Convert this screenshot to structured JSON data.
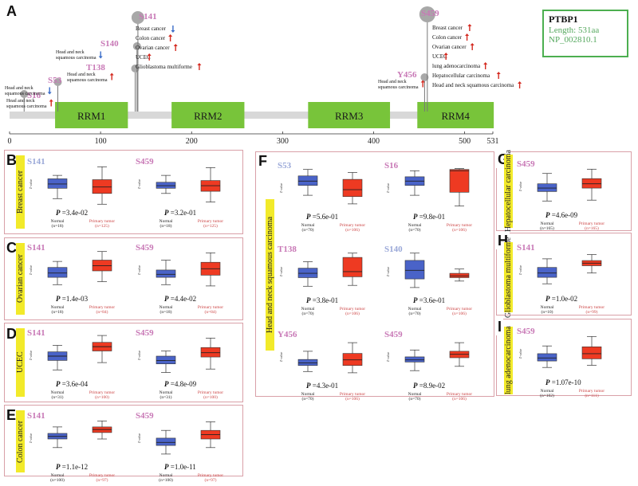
{
  "panelA": {
    "letter": "A",
    "protein": {
      "name": "PTBP1",
      "length": "Length: 531aa",
      "accession": "NP_002810.1"
    },
    "domains": [
      {
        "label": "RRM1",
        "start": 50,
        "end": 130
      },
      {
        "label": "RRM2",
        "start": 178,
        "end": 258
      },
      {
        "label": "RRM3",
        "start": 328,
        "end": 418
      },
      {
        "label": "RRM4",
        "start": 448,
        "end": 532
      }
    ],
    "axis": {
      "min": 0,
      "max": 531,
      "ticks": [
        "0",
        "100",
        "200",
        "300",
        "400",
        "500",
        "531"
      ]
    },
    "sites": [
      {
        "site": "S16",
        "pos": 16,
        "labels": [
          {
            "text": "Head and neck\nsquamous carcinoma",
            "dir": "up"
          }
        ]
      },
      {
        "site": "S53",
        "pos": 53,
        "labels": [
          {
            "text": "Head and neck\nsquamous carcinoma",
            "dir": "down"
          }
        ]
      },
      {
        "site": "T138",
        "pos": 138,
        "labels": [
          {
            "text": "Head and neck\nsquamous carcinoma",
            "dir": "up"
          }
        ]
      },
      {
        "site": "S140",
        "pos": 140,
        "labels": [
          {
            "text": "Head and neck\nsquamous carcinoma",
            "dir": "down"
          }
        ]
      },
      {
        "site": "S141",
        "pos": 141,
        "labels": [
          {
            "text": "Breast cancer",
            "dir": "down"
          },
          {
            "text": "Colon cancer",
            "dir": "up"
          },
          {
            "text": "Ovarian cancer",
            "dir": "up"
          },
          {
            "text": "UCEC",
            "dir": "up"
          },
          {
            "text": "Glioblastoma multiforme",
            "dir": "up"
          }
        ]
      },
      {
        "site": "Y456",
        "pos": 456,
        "labels": [
          {
            "text": "Head and neck\nsquamous carcinoma",
            "dir": "up"
          }
        ]
      },
      {
        "site": "S459",
        "pos": 459,
        "labels": [
          {
            "text": "Breast cancer",
            "dir": "up"
          },
          {
            "text": "Colon cancer",
            "dir": "up"
          },
          {
            "text": "Ovarian cancer",
            "dir": "up"
          },
          {
            "text": "UCEC",
            "dir": "up"
          },
          {
            "text": "lung adenocarcinoma",
            "dir": "up"
          },
          {
            "text": "Hepatocellular carcinoma",
            "dir": "up"
          },
          {
            "text": "Head and neck squamous carcinoma",
            "dir": "up"
          }
        ]
      }
    ]
  },
  "panels": [
    {
      "letter": "B",
      "cancer": "Breast cancer",
      "plots": [
        {
          "site": "S141",
          "site_color": "blue",
          "p": "=3.4e-02",
          "normal_label": "Normal\n(n=18)",
          "tumor_label": "Primary tumor\n(n=125)",
          "normal": {
            "wl": 0.18,
            "q1": 0.42,
            "med": 0.52,
            "q3": 0.64,
            "wh": 0.72
          },
          "tumor": {
            "wl": 0.05,
            "q1": 0.3,
            "med": 0.45,
            "q3": 0.62,
            "wh": 0.92
          }
        },
        {
          "site": "S459",
          "site_color": "pink",
          "p": "=3.2e-01",
          "normal_label": "Normal\n(n=18)",
          "tumor_label": "Primary tumor\n(n=125)",
          "normal": {
            "wl": 0.3,
            "q1": 0.42,
            "med": 0.48,
            "q3": 0.56,
            "wh": 0.72
          },
          "tumor": {
            "wl": 0.1,
            "q1": 0.35,
            "med": 0.48,
            "q3": 0.6,
            "wh": 0.9
          }
        }
      ]
    },
    {
      "letter": "C",
      "cancer": "Ovarian cancer",
      "plots": [
        {
          "site": "S141",
          "site_color": "pink",
          "p": "=1.4e-03",
          "normal_label": "Normal\n(n=18)",
          "tumor_label": "Primary tumor\n(n=84)",
          "normal": {
            "wl": 0.18,
            "q1": 0.35,
            "med": 0.45,
            "q3": 0.58,
            "wh": 0.72
          },
          "tumor": {
            "wl": 0.25,
            "q1": 0.5,
            "med": 0.62,
            "q3": 0.75,
            "wh": 0.95
          }
        },
        {
          "site": "S459",
          "site_color": "pink",
          "p": "=4.4e-02",
          "normal_label": "Normal\n(n=18)",
          "tumor_label": "Primary tumor\n(n=84)",
          "normal": {
            "wl": 0.18,
            "q1": 0.35,
            "med": 0.42,
            "q3": 0.52,
            "wh": 0.75
          },
          "tumor": {
            "wl": 0.15,
            "q1": 0.4,
            "med": 0.55,
            "q3": 0.7,
            "wh": 0.92
          }
        }
      ]
    },
    {
      "letter": "D",
      "cancer": "UCEC",
      "plots": [
        {
          "site": "S141",
          "site_color": "pink",
          "p": "=3.6e-04",
          "normal_label": "Normal\n(n=31)",
          "tumor_label": "Primary tumor\n(n=100)",
          "normal": {
            "wl": 0.18,
            "q1": 0.4,
            "med": 0.5,
            "q3": 0.6,
            "wh": 0.75
          },
          "tumor": {
            "wl": 0.35,
            "q1": 0.62,
            "med": 0.72,
            "q3": 0.82,
            "wh": 0.98
          }
        },
        {
          "site": "S459",
          "site_color": "pink",
          "p": "=4.8e-09",
          "normal_label": "Normal\n(n=31)",
          "tumor_label": "Primary tumor\n(n=100)",
          "normal": {
            "wl": 0.12,
            "q1": 0.32,
            "med": 0.4,
            "q3": 0.5,
            "wh": 0.62
          },
          "tumor": {
            "wl": 0.2,
            "q1": 0.48,
            "med": 0.58,
            "q3": 0.7,
            "wh": 0.92
          }
        }
      ]
    },
    {
      "letter": "E",
      "cancer": "Colon cancer",
      "plots": [
        {
          "site": "S141",
          "site_color": "pink",
          "p": "=1.1e-12",
          "normal_label": "Normal\n(n=100)",
          "tumor_label": "Primary tumor\n(n=97)",
          "normal": {
            "wl": 0.3,
            "q1": 0.5,
            "med": 0.56,
            "q3": 0.63,
            "wh": 0.78
          },
          "tumor": {
            "wl": 0.5,
            "q1": 0.65,
            "med": 0.72,
            "q3": 0.78,
            "wh": 0.92
          }
        },
        {
          "site": "S459",
          "site_color": "pink",
          "p": "=1.0e-11",
          "normal_label": "Normal\n(n=100)",
          "tumor_label": "Primary tumor\n(n=97)",
          "normal": {
            "wl": 0.15,
            "q1": 0.35,
            "med": 0.42,
            "q3": 0.52,
            "wh": 0.7
          },
          "tumor": {
            "wl": 0.3,
            "q1": 0.5,
            "med": 0.6,
            "q3": 0.7,
            "wh": 0.9
          }
        }
      ]
    },
    {
      "letter": "F",
      "cancer": "Head and neck squamous carcinoma",
      "plots": [
        {
          "site": "S53",
          "site_color": "blue",
          "p": "=5.6e-01",
          "normal_label": "Normal\n(n=70)",
          "tumor_label": "Primary tumor\n(n=106)",
          "normal": {
            "wl": 0.35,
            "q1": 0.58,
            "med": 0.68,
            "q3": 0.8,
            "wh": 0.95
          },
          "tumor": {
            "wl": 0.15,
            "q1": 0.32,
            "med": 0.48,
            "q3": 0.72,
            "wh": 0.88
          }
        },
        {
          "site": "S16",
          "site_color": "pink",
          "p": "=9.8e-01",
          "normal_label": "Normal\n(n=70)",
          "tumor_label": "Primary tumor\n(n=106)",
          "normal": {
            "wl": 0.35,
            "q1": 0.58,
            "med": 0.68,
            "q3": 0.78,
            "wh": 0.92
          },
          "tumor": {
            "wl": 0.1,
            "q1": 0.42,
            "med": 0.92,
            "q3": 0.95,
            "wh": 0.97
          }
        },
        {
          "site": "T138",
          "site_color": "pink",
          "p": "=3.8e-01",
          "normal_label": "Normal\n(n=70)",
          "tumor_label": "Primary tumor\n(n=106)",
          "normal": {
            "wl": 0.18,
            "q1": 0.38,
            "med": 0.48,
            "q3": 0.6,
            "wh": 0.75
          },
          "tumor": {
            "wl": 0.2,
            "q1": 0.4,
            "med": 0.52,
            "q3": 0.85,
            "wh": 0.95
          }
        },
        {
          "site": "S140",
          "site_color": "blue",
          "p": "=3.6e-01",
          "normal_label": "Normal\n(n=70)",
          "tumor_label": "Primary tumor\n(n=106)",
          "normal": {
            "wl": 0.15,
            "q1": 0.35,
            "med": 0.55,
            "q3": 0.78,
            "wh": 0.95
          },
          "tumor": {
            "wl": 0.3,
            "q1": 0.38,
            "med": 0.42,
            "q3": 0.48,
            "wh": 0.58
          }
        },
        {
          "site": "Y456",
          "site_color": "pink",
          "p": "=4.3e-01",
          "normal_label": "Normal\n(n=70)",
          "tumor_label": "Primary tumor\n(n=106)",
          "normal": {
            "wl": 0.18,
            "q1": 0.32,
            "med": 0.38,
            "q3": 0.46,
            "wh": 0.65
          },
          "tumor": {
            "wl": 0.15,
            "q1": 0.32,
            "med": 0.45,
            "q3": 0.6,
            "wh": 0.85
          }
        },
        {
          "site": "S459",
          "site_color": "pink",
          "p": "=8.9e-02",
          "normal_label": "Normal\n(n=70)",
          "tumor_label": "Primary tumor\n(n=106)",
          "normal": {
            "wl": 0.2,
            "q1": 0.4,
            "med": 0.45,
            "q3": 0.52,
            "wh": 0.68
          },
          "tumor": {
            "wl": 0.3,
            "q1": 0.5,
            "med": 0.58,
            "q3": 0.65,
            "wh": 0.85
          }
        }
      ]
    },
    {
      "letter": "G",
      "cancer": "Hepatocellular carcinoma",
      "plots": [
        {
          "site": "S459",
          "site_color": "pink",
          "p": "=4.6e-09",
          "normal_label": "Normal\n(n=165)",
          "tumor_label": "Primary tumor\n(n=165)",
          "normal": {
            "wl": 0.18,
            "q1": 0.4,
            "med": 0.48,
            "q3": 0.58,
            "wh": 0.82
          },
          "tumor": {
            "wl": 0.2,
            "q1": 0.48,
            "med": 0.58,
            "q3": 0.7,
            "wh": 0.92
          }
        }
      ]
    },
    {
      "letter": "H",
      "cancer": "Glioblastoma multiforme",
      "plots": [
        {
          "site": "S141",
          "site_color": "pink",
          "p": "=1.0e-02",
          "normal_label": "Normal\n(n=10)",
          "tumor_label": "Primary tumor\n(n=99)",
          "normal": {
            "wl": 0.2,
            "q1": 0.35,
            "med": 0.45,
            "q3": 0.58,
            "wh": 0.78
          },
          "tumor": {
            "wl": 0.45,
            "q1": 0.62,
            "med": 0.68,
            "q3": 0.74,
            "wh": 0.88
          }
        }
      ]
    },
    {
      "letter": "I",
      "cancer": "lung adenocarcinoma",
      "plots": [
        {
          "site": "S459",
          "site_color": "pink",
          "p": "=1.07e-10",
          "normal_label": "Normal\n(n=102)",
          "tumor_label": "Primary tumor\n(n=111)",
          "normal": {
            "wl": 0.2,
            "q1": 0.35,
            "med": 0.42,
            "q3": 0.52,
            "wh": 0.7
          },
          "tumor": {
            "wl": 0.25,
            "q1": 0.4,
            "med": 0.52,
            "q3": 0.68,
            "wh": 0.92
          }
        }
      ]
    }
  ],
  "colors": {
    "normal": "#4a63c8",
    "tumor": "#ee3a22",
    "domain": "#78c43a",
    "yellow": "#f2ea2a",
    "site_pink": "#c878b6",
    "site_blue": "#9aa8d8"
  }
}
